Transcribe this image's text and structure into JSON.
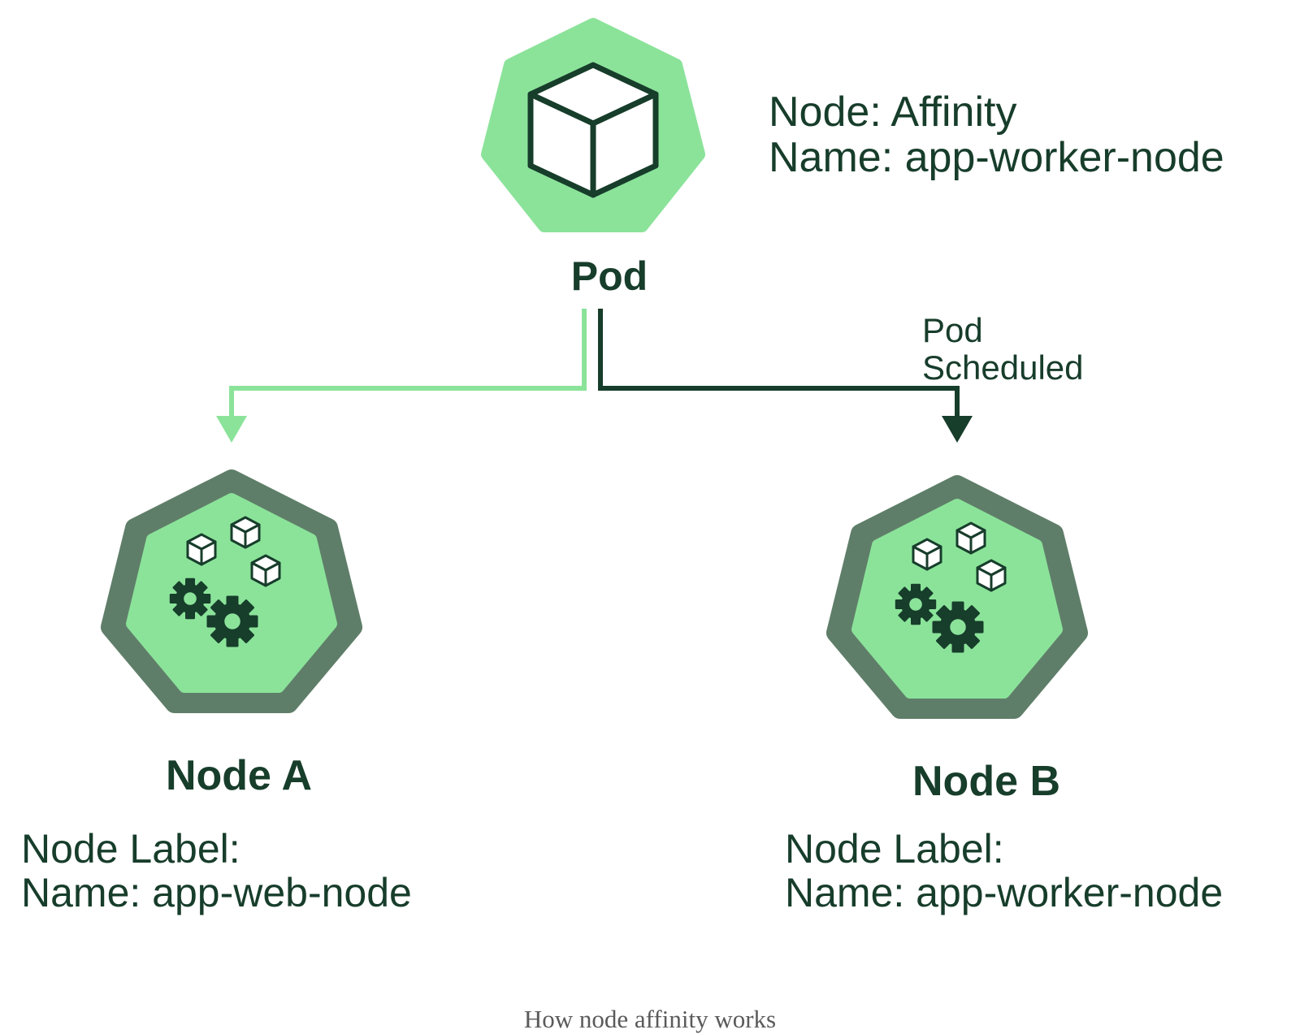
{
  "pod": {
    "title": "Pod",
    "info_line1": "Node: Affinity",
    "info_line2": "Name: app-worker-node",
    "icon": "cube-icon"
  },
  "connector": {
    "scheduled_line1": "Pod",
    "scheduled_line2": "Scheduled"
  },
  "node_a": {
    "title": "Node A",
    "label_line1": "Node Label:",
    "label_line2": "Name: app-web-node"
  },
  "node_b": {
    "title": "Node B",
    "label_line1": "Node Label:",
    "label_line2": "Name: app-worker-node"
  },
  "caption": "How node affinity works",
  "colors": {
    "light_green": "#8be39a",
    "dark_border": "#5f7e69",
    "dark_text": "#173d2b",
    "cube_fill": "#ffffff"
  }
}
